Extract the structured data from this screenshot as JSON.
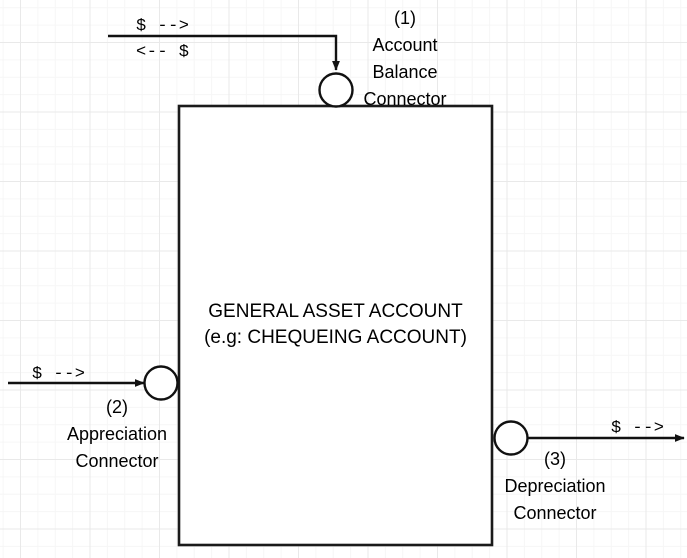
{
  "diagram": {
    "title": "General Asset Account flow diagram",
    "background": {
      "grid": true,
      "minor_grid_color": "#f6f6f6",
      "major_grid_color": "#e9e9e9",
      "page_color": "#ffffff"
    },
    "stroke_color": "#1a1a1a",
    "text_color": "#000000",
    "main_box": {
      "line1": "GENERAL ASSET ACCOUNT",
      "line2": "(e.g: CHEQUEING ACCOUNT)"
    },
    "connectors": [
      {
        "number": "(1)",
        "line1": "Account",
        "line2": "Balance",
        "line3": "Connector"
      },
      {
        "number": "(2)",
        "line1": "Appreciation",
        "line2": "Connector"
      },
      {
        "number": "(3)",
        "line1": "Depreciation",
        "line2": "Connector"
      }
    ],
    "flows": {
      "top_out": "$ -->",
      "top_in": "<-- $",
      "left_in": "$ -->",
      "right_out": "$ -->"
    }
  }
}
